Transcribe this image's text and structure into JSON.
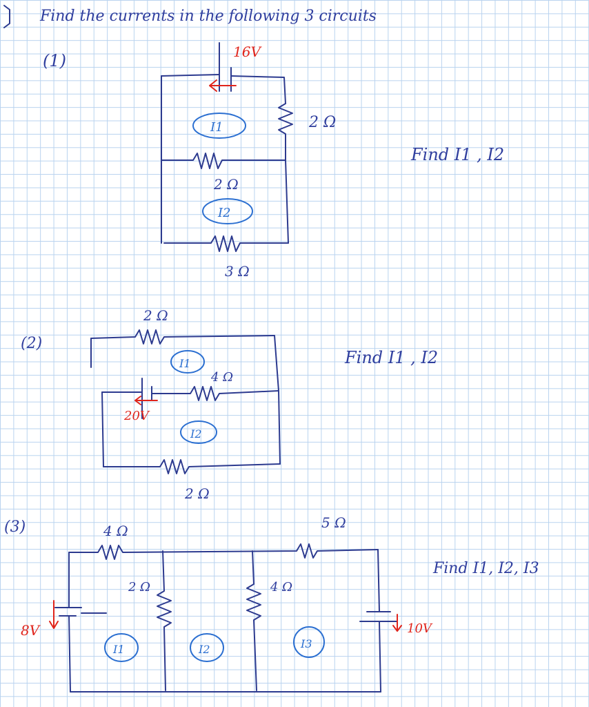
{
  "header": {
    "title": "Find the   currents   in the following 3 circuits"
  },
  "colors": {
    "ink": "#2c3a8f",
    "source": "#e0241b",
    "loop": "#2b6fd1",
    "grid": "#b9d3ef"
  },
  "circuit1": {
    "number": "(1)",
    "battery": "16V",
    "resistor_right": "2 Ω",
    "resistor_middle": "2 Ω",
    "resistor_bottom": "3 Ω",
    "loop1": "I1",
    "loop2": "I2",
    "task": "Find I1 , I2"
  },
  "circuit2": {
    "number": "(2)",
    "resistor_top": "2 Ω",
    "resistor_middle": "4 Ω",
    "resistor_bottom": "2 Ω",
    "battery": "20V",
    "loop1": "I1",
    "loop2": "I2",
    "task": "Find I1 , I2"
  },
  "circuit3": {
    "number": "(3)",
    "resistor_top_left": "4 Ω",
    "resistor_top_right": "5 Ω",
    "resistor_mid_left": "2 Ω",
    "resistor_mid_right": "4 Ω",
    "battery_left": "8V",
    "battery_right": "10V",
    "loop1": "I1",
    "loop2": "I2",
    "loop3": "I3",
    "task": "Find I1, I2, I3"
  }
}
